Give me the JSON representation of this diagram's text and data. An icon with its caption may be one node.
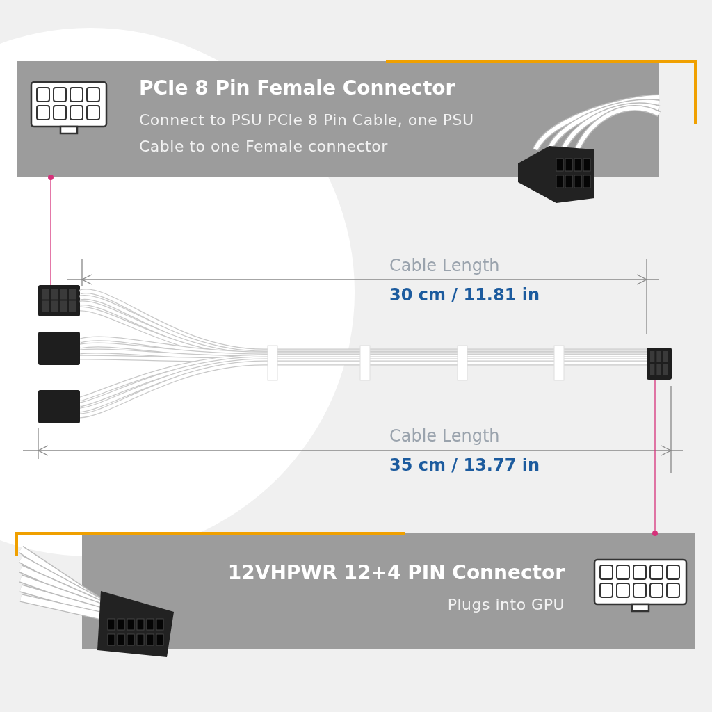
{
  "diagram": {
    "nodes": [
      {
        "text": [
          "PCIe 8 Pin Female Connector",
          "Connect to PSU PCIe 8 Pin Cable, one PSU Cable to one Female connector"
        ]
      },
      {
        "text": [],
        "shape": "picture"
      },
      {
        "text": [],
        "shape": "picture"
      },
      {
        "text": [
          "12VHPWR 12+4 PIN Connector",
          "Plugs into GPU"
        ]
      }
    ],
    "edges": [
      {
        "from": 0,
        "to": 1,
        "arrow": "other"
      },
      {
        "from": 3,
        "to": 2,
        "arrow": "other"
      }
    ],
    "labels": [
      "Cable Length",
      "30 cm / 11.81 in",
      "Cable Length",
      "35 cm / 13.77 in"
    ]
  }
}
